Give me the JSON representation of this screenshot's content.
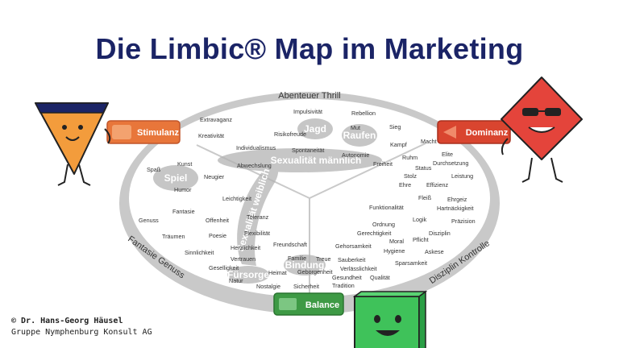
{
  "title": "Die Limbic® Map im Marketing",
  "credit": {
    "line1": "© Dr. Hans-Georg Häusel",
    "line2": "Gruppe Nymphenburg Konsult AG"
  },
  "ring_labels": {
    "top": "Abenteuer Thrill",
    "left": "Fantasie Genuss",
    "right": "Disziplin Kontrolle"
  },
  "buttons": {
    "stimulanz": "Stimulanz",
    "dominanz": "Dominanz",
    "balance": "Balance"
  },
  "bubbles": {
    "jagd": "Jagd",
    "raufen": "Raufen",
    "sex_m": "Sexualität männlich",
    "spiel": "Spiel",
    "sex_w": "Sexualität weiblich",
    "bindung": "Bindung",
    "fuersorge": "Fürsorge"
  },
  "words": {
    "w1": "Extravaganz",
    "w2": "Impulsivität",
    "w3": "Rebellion",
    "w4": "Kreativität",
    "w5": "Risikofreude",
    "w6": "Mut",
    "w7": "Sieg",
    "w8": "Macht",
    "w9": "Kampf",
    "w10": "Individualismus",
    "w11": "Spontaneität",
    "w12": "Autonomie",
    "w13": "Ruhm",
    "w14": "Elite",
    "w15": "Durchsetzung",
    "w16": "Kunst",
    "w17": "Abwechslung",
    "w18": "Freiheit",
    "w19": "Status",
    "w20": "Spaß",
    "w21": "Neugier",
    "w22": "Stolz",
    "w23": "Leistung",
    "w24": "Humor",
    "w25": "Ehre",
    "w26": "Effizienz",
    "w27": "Leichtigkeit",
    "w28": "Fleiß",
    "w29": "Ehrgeiz",
    "w30": "Fantasie",
    "w31": "Funktionalität",
    "w32": "Hartnäckigkeit",
    "w33": "Genuss",
    "w34": "Offenheit",
    "w35": "Toleranz",
    "w36": "Logik",
    "w37": "Präzision",
    "w38": "Ordnung",
    "w39": "Träumen",
    "w40": "Poesie",
    "w41": "Flexibilität",
    "w42": "Gerechtigkeit",
    "w43": "Disziplin",
    "w44": "Pflicht",
    "w45": "Herzlichkeit",
    "w46": "Freundschaft",
    "w47": "Gehorsamkeit",
    "w48": "Moral",
    "w49": "Sinnlichkeit",
    "w50": "Hygiene",
    "w51": "Askese",
    "w52": "Vertrauen",
    "w53": "Familie",
    "w54": "Treue",
    "w55": "Sauberkeit",
    "w56": "Sparsamkeit",
    "w57": "Geselligkeit",
    "w58": "Verlässlichkeit",
    "w59": "Heimat",
    "w60": "Geborgenheit",
    "w61": "Natur",
    "w62": "Gesundheit",
    "w63": "Qualität",
    "w64": "Nostalgie",
    "w65": "Sicherheit",
    "w66": "Tradition"
  },
  "colors": {
    "title": "#1b2466",
    "stimulanz": "#e8763a",
    "dominanz": "#d9452f",
    "balance": "#3e9a45",
    "ring": "#c9c9c9"
  }
}
